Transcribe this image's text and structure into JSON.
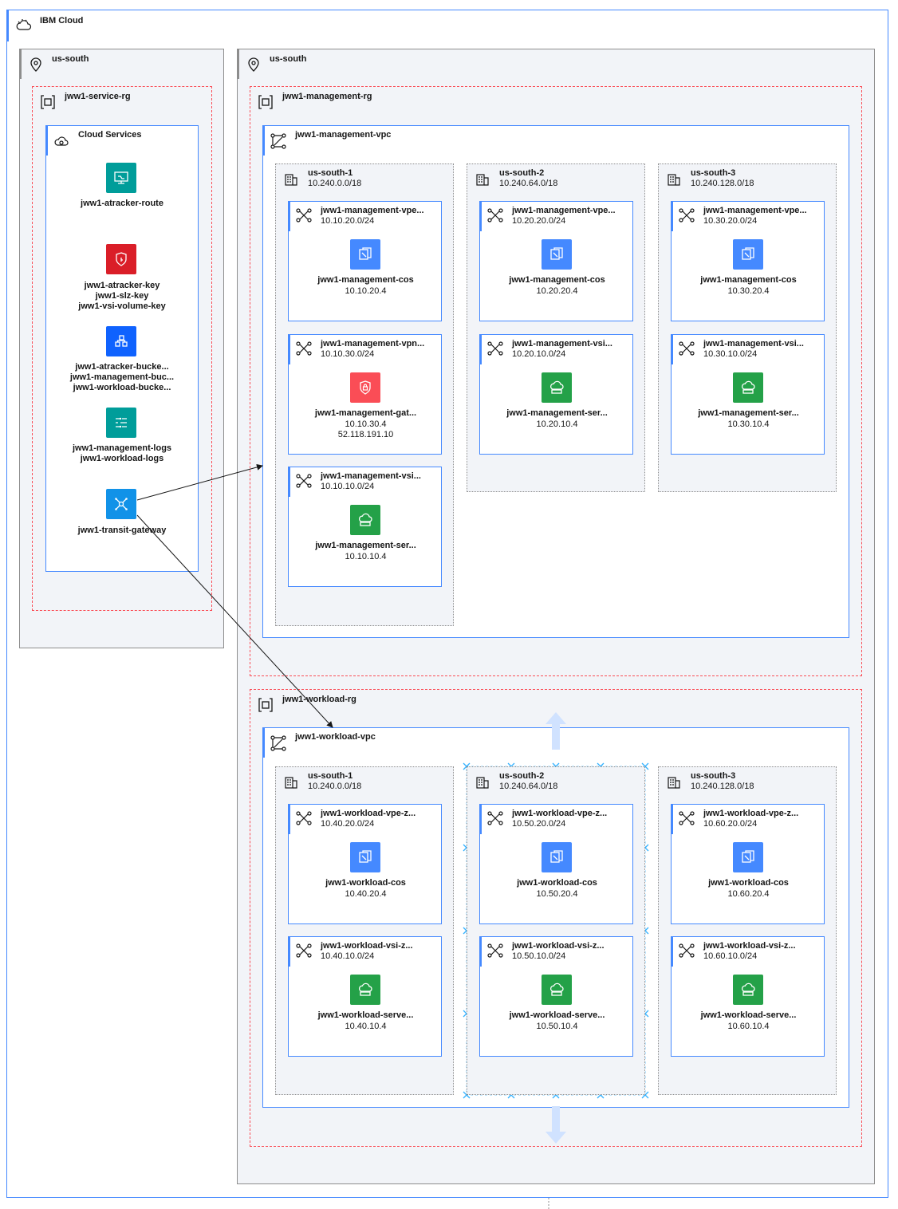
{
  "cloud": {
    "title": "IBM Cloud"
  },
  "service_region": {
    "title": "us-south",
    "rg": {
      "title": "jww1-service-rg",
      "cloud_services": {
        "title": "Cloud Services",
        "items": [
          {
            "lines": [
              "jww1-atracker-route"
            ],
            "color": "#009d9a",
            "icon": "route-icon"
          },
          {
            "lines": [
              "jww1-atracker-key",
              "jww1-slz-key",
              "jww1-vsi-volume-key"
            ],
            "color": "#da1e28",
            "icon": "key-protect-icon"
          },
          {
            "lines": [
              "jww1-atracker-bucke...",
              "jww1-management-buc...",
              "jww1-workload-bucke..."
            ],
            "color": "#0f62fe",
            "icon": "bucket-icon"
          },
          {
            "lines": [
              "jww1-management-logs",
              "jww1-workload-logs"
            ],
            "color": "#009d9a",
            "icon": "logs-icon"
          },
          {
            "lines": [
              "jww1-transit-gateway"
            ],
            "color": "#1192e8",
            "icon": "transit-gateway-icon"
          }
        ]
      }
    }
  },
  "main_region": {
    "title": "us-south",
    "management": {
      "rg_title": "jww1-management-rg",
      "vpc_title": "jww1-management-vpc",
      "zones": [
        {
          "name": "us-south-1",
          "cidr": "10.240.0.0/18"
        },
        {
          "name": "us-south-2",
          "cidr": "10.240.64.0/18"
        },
        {
          "name": "us-south-3",
          "cidr": "10.240.128.0/18"
        }
      ],
      "subnets": [
        [
          {
            "name": "jww1-management-vpe...",
            "cidr": "10.10.20.0/24",
            "svc": "jww1-management-cos",
            "ip": "10.10.20.4",
            "ip2": "",
            "kind": "cos"
          },
          {
            "name": "jww1-management-vpn...",
            "cidr": "10.10.30.0/24",
            "svc": "jww1-management-gat...",
            "ip": "10.10.30.4",
            "ip2": "52.118.191.10",
            "kind": "vpn"
          },
          {
            "name": "jww1-management-vsi...",
            "cidr": "10.10.10.0/24",
            "svc": "jww1-management-ser...",
            "ip": "10.10.10.4",
            "ip2": "",
            "kind": "vsi"
          }
        ],
        [
          {
            "name": "jww1-management-vpe...",
            "cidr": "10.20.20.0/24",
            "svc": "jww1-management-cos",
            "ip": "10.20.20.4",
            "ip2": "",
            "kind": "cos"
          },
          {
            "name": "jww1-management-vsi...",
            "cidr": "10.20.10.0/24",
            "svc": "jww1-management-ser...",
            "ip": "10.20.10.4",
            "ip2": "",
            "kind": "vsi"
          }
        ],
        [
          {
            "name": "jww1-management-vpe...",
            "cidr": "10.30.20.0/24",
            "svc": "jww1-management-cos",
            "ip": "10.30.20.4",
            "ip2": "",
            "kind": "cos"
          },
          {
            "name": "jww1-management-vsi...",
            "cidr": "10.30.10.0/24",
            "svc": "jww1-management-ser...",
            "ip": "10.30.10.4",
            "ip2": "",
            "kind": "vsi"
          }
        ]
      ]
    },
    "workload": {
      "rg_title": "jww1-workload-rg",
      "vpc_title": "jww1-workload-vpc",
      "zones": [
        {
          "name": "us-south-1",
          "cidr": "10.240.0.0/18"
        },
        {
          "name": "us-south-2",
          "cidr": "10.240.64.0/18"
        },
        {
          "name": "us-south-3",
          "cidr": "10.240.128.0/18"
        }
      ],
      "subnets": [
        [
          {
            "name": "jww1-workload-vpe-z...",
            "cidr": "10.40.20.0/24",
            "svc": "jww1-workload-cos",
            "ip": "10.40.20.4",
            "ip2": "",
            "kind": "cos"
          },
          {
            "name": "jww1-workload-vsi-z...",
            "cidr": "10.40.10.0/24",
            "svc": "jww1-workload-serve...",
            "ip": "10.40.10.4",
            "ip2": "",
            "kind": "vsi"
          }
        ],
        [
          {
            "name": "jww1-workload-vpe-z...",
            "cidr": "10.50.20.0/24",
            "svc": "jww1-workload-cos",
            "ip": "10.50.20.4",
            "ip2": "",
            "kind": "cos"
          },
          {
            "name": "jww1-workload-vsi-z...",
            "cidr": "10.50.10.0/24",
            "svc": "jww1-workload-serve...",
            "ip": "10.50.10.4",
            "ip2": "",
            "kind": "vsi"
          }
        ],
        [
          {
            "name": "jww1-workload-vpe-z...",
            "cidr": "10.60.20.0/24",
            "svc": "jww1-workload-cos",
            "ip": "10.60.20.4",
            "ip2": "",
            "kind": "cos"
          },
          {
            "name": "jww1-workload-vsi-z...",
            "cidr": "10.60.10.0/24",
            "svc": "jww1-workload-serve...",
            "ip": "10.60.10.4",
            "ip2": "",
            "kind": "vsi"
          }
        ]
      ]
    }
  },
  "colors": {
    "cos": "#4589ff",
    "vpn": "#fa4d56",
    "vsi": "#24a148",
    "accent": "#4589ff"
  }
}
